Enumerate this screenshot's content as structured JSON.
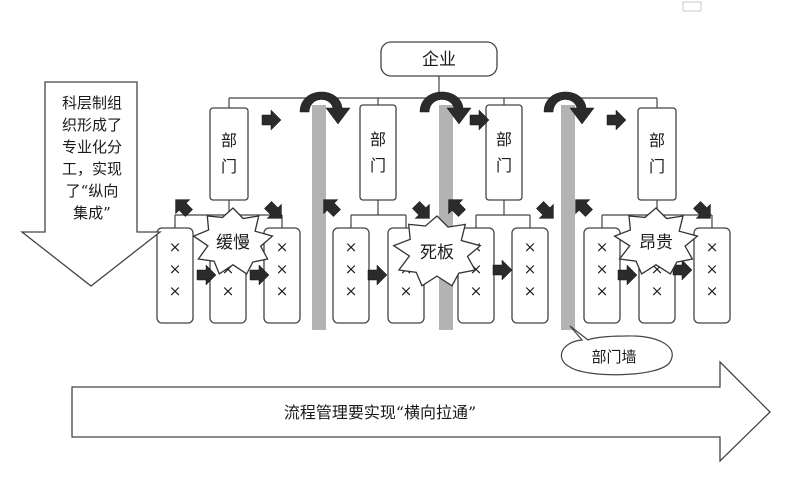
{
  "enterprise": "企业",
  "department": [
    "部",
    "门"
  ],
  "left_note": [
    "科层制组",
    "织形成了",
    "专业化分",
    "工，实现",
    "了“纵向",
    "集成”"
  ],
  "problems": [
    "缓慢",
    "死板",
    "昂贵"
  ],
  "wall_label": "部门墙",
  "bottom_arrow": "流程管理要实现“横向拉通”",
  "cell_mark": "×",
  "colors": {
    "wall": "#b3b3b3",
    "arrow": "#2b2b2b",
    "stroke": "#444444"
  }
}
